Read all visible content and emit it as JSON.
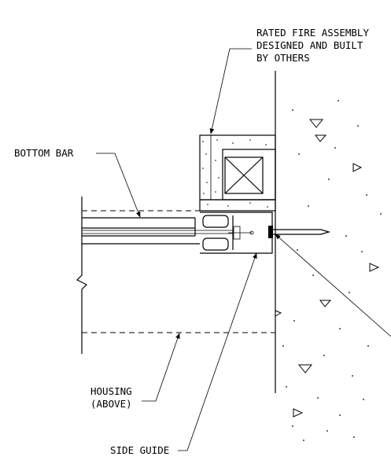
{
  "labels": {
    "fire_assembly": [
      "RATED FIRE ASSEMBLY",
      "DESIGNED AND BUILT",
      "BY OTHERS"
    ],
    "bottom_bar": "BOTTOM BAR",
    "housing": [
      "HOUSING",
      "(ABOVE)"
    ],
    "side_guide": "SIDE GUIDE"
  }
}
